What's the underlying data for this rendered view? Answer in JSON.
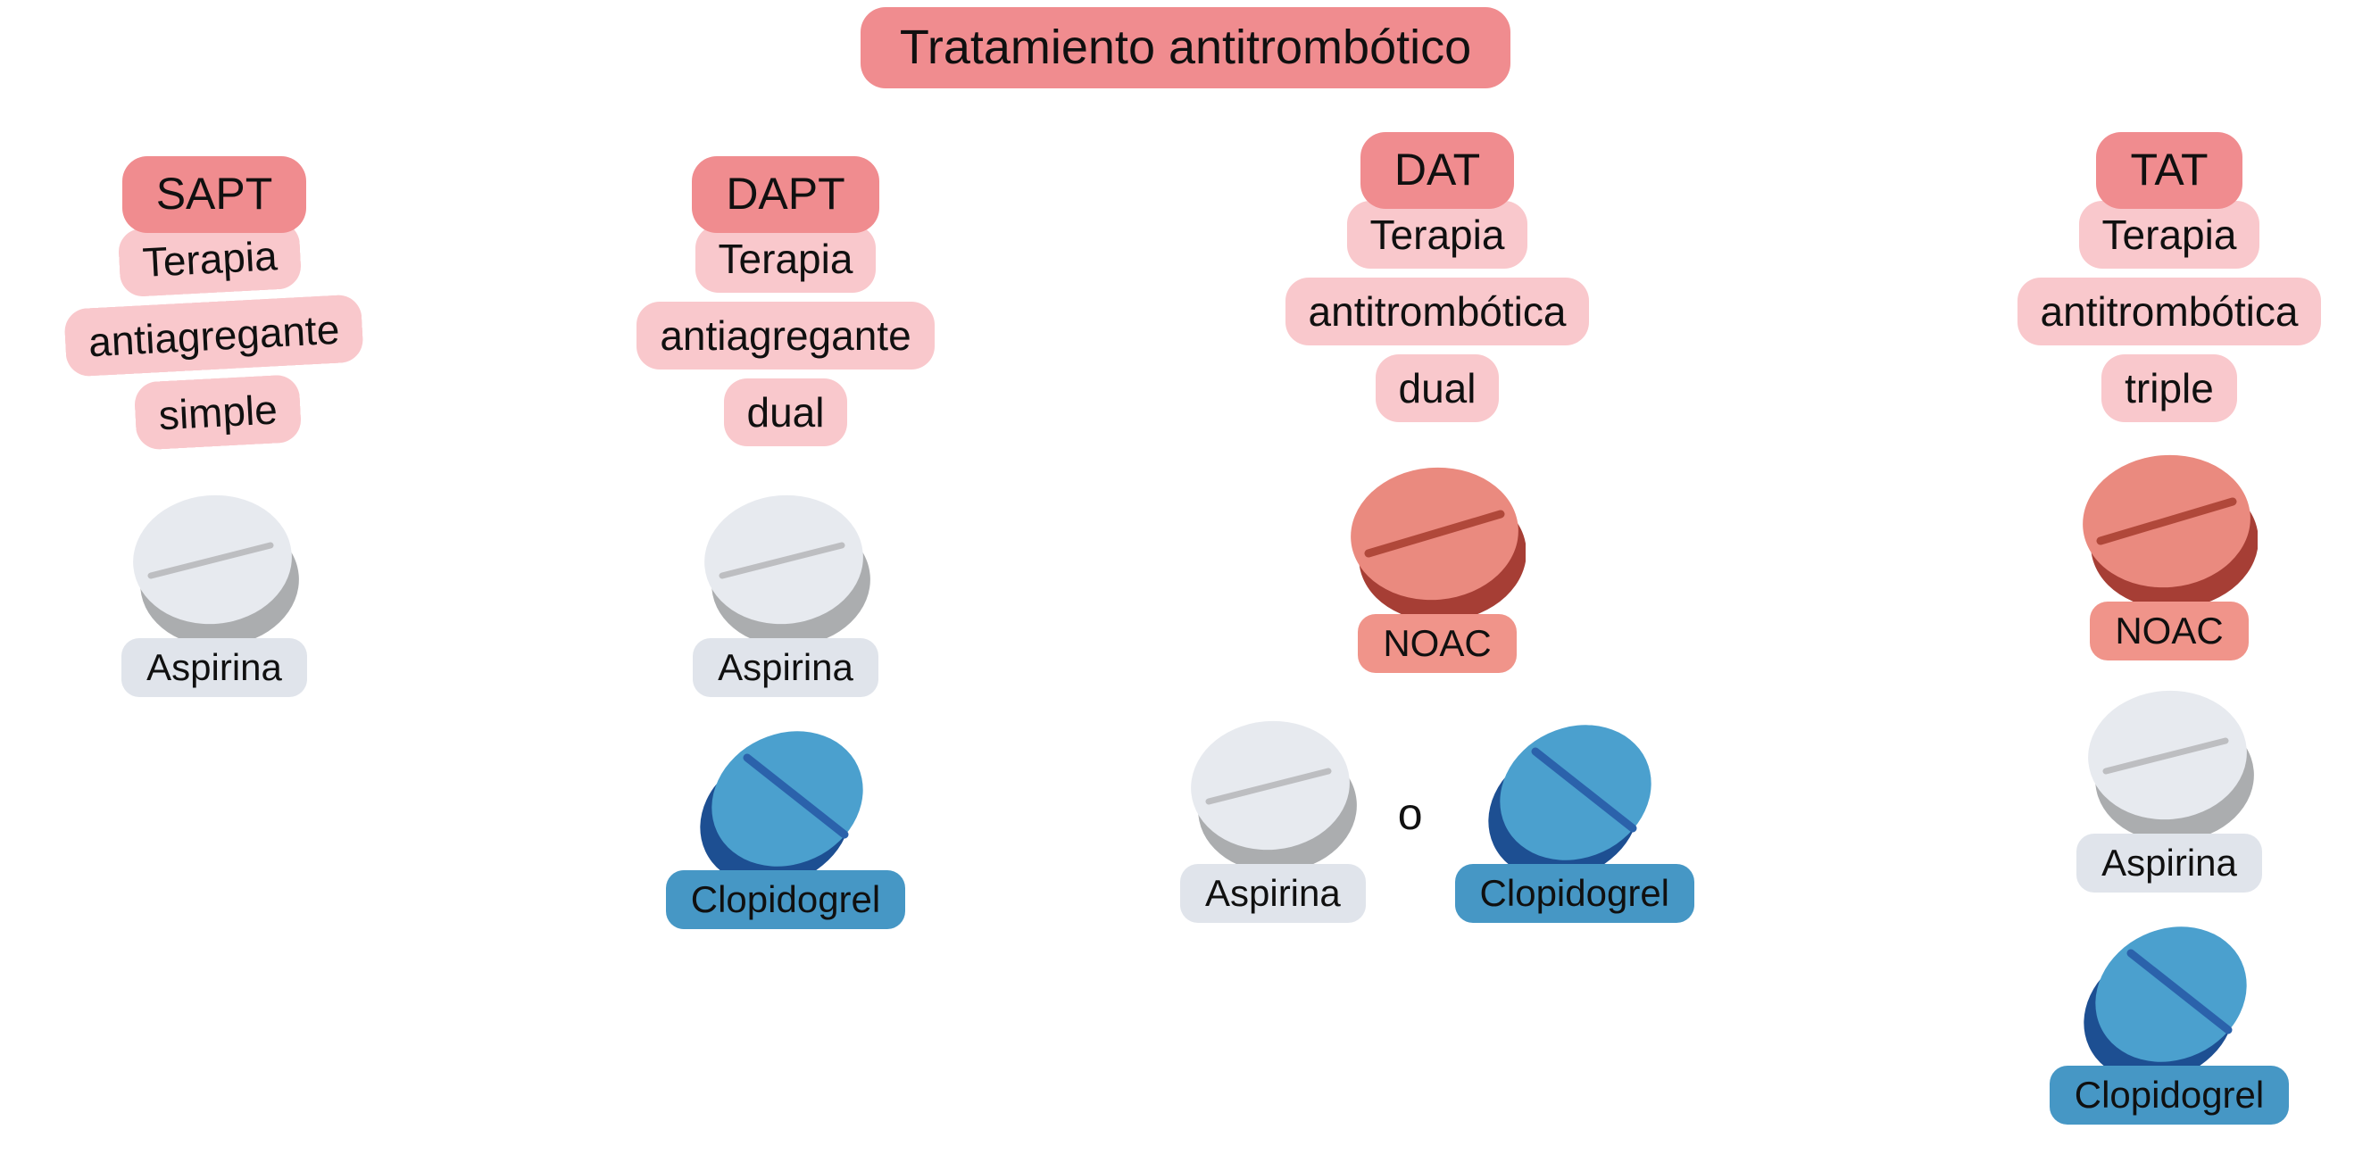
{
  "title": "Tratamiento antitrombótico",
  "palette": {
    "bg": "#FFFFFF",
    "text": "#101010",
    "salmon": "#F08C8F",
    "pink_light": "#F9C8CC",
    "aspirin_face": "#E7EAEF",
    "aspirin_shadow": "#ABADAF",
    "aspirin_line": "#BDBEC1",
    "aspirin_label_bg": "#E0E4EB",
    "noac_face": "#EA8A7F",
    "noac_shadow": "#A63E35",
    "noac_line": "#B0483A",
    "noac_label_bg": "#F0948A",
    "clopidogrel_face": "#4BA0CE",
    "clopidogrel_shadow": "#1D4F92",
    "clopidogrel_line": "#2B62AB",
    "clopidogrel_label_bg": "#4697C5"
  },
  "columns": [
    {
      "acronym": "SAPT",
      "therapy": "Terapia\nantiagregante\nsimple",
      "items": [
        {
          "type": "aspirin",
          "label": "Aspirina"
        }
      ]
    },
    {
      "acronym": "DAPT",
      "therapy": "Terapia\nantiagregante\ndual",
      "items": [
        {
          "type": "aspirin",
          "label": "Aspirina"
        },
        {
          "type": "clopidogrel",
          "label": "Clopidogrel"
        }
      ]
    },
    {
      "acronym": "DAT",
      "therapy": "Terapia\nantitrombótica\ndual",
      "items": [
        {
          "type": "noac",
          "label": "NOAC"
        }
      ],
      "alt_row": {
        "left": {
          "type": "aspirin",
          "label": "Aspirina"
        },
        "connector": "o",
        "right": {
          "type": "clopidogrel",
          "label": "Clopidogrel"
        }
      }
    },
    {
      "acronym": "TAT",
      "therapy": "Terapia\nantitrombótica\ntriple",
      "items": [
        {
          "type": "noac",
          "label": "NOAC"
        },
        {
          "type": "aspirin",
          "label": "Aspirina"
        },
        {
          "type": "clopidogrel",
          "label": "Clopidogrel"
        }
      ]
    }
  ]
}
